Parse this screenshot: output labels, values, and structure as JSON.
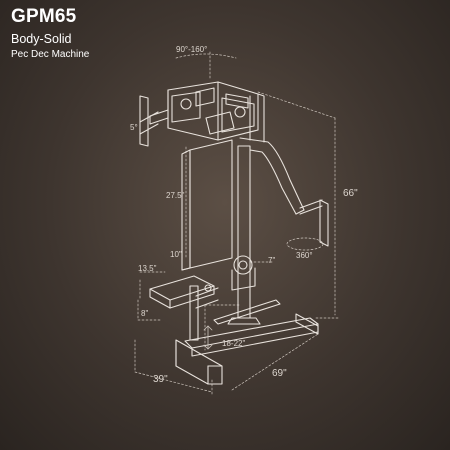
{
  "header": {
    "model": "GPM65",
    "brand": "Body-Solid",
    "product": "Pec Dec Machine"
  },
  "dimensions": {
    "arm_range": "90°-160°",
    "handle_angle": "5°",
    "pad_height": "27.5\"",
    "height": "66\"",
    "rotation": "360°",
    "pad_width": "10\"",
    "seat_depth": "13.5\"",
    "pivot": "7\"",
    "seat_thickness": "8\"",
    "seat_adjust": "18-22\"",
    "width": "39\"",
    "length": "69\""
  },
  "colors": {
    "background_center": "#5c4f45",
    "background_edge": "#2a2420",
    "line": "#e8e2dc"
  }
}
